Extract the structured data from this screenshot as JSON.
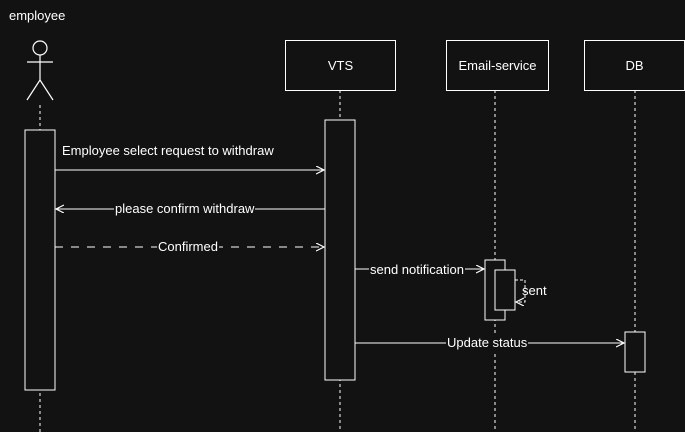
{
  "actor": {
    "name": "employee"
  },
  "participants": {
    "vts": "VTS",
    "email": "Email-service",
    "db": "DB"
  },
  "messages": {
    "m1": "Employee select request to withdraw",
    "m2": "please confirm withdraw",
    "m3": "Confirmed",
    "m4": "send notification",
    "m5": "sent",
    "m6": "Update status"
  },
  "colors": {
    "background": "#121212",
    "line": "#ffffff"
  }
}
